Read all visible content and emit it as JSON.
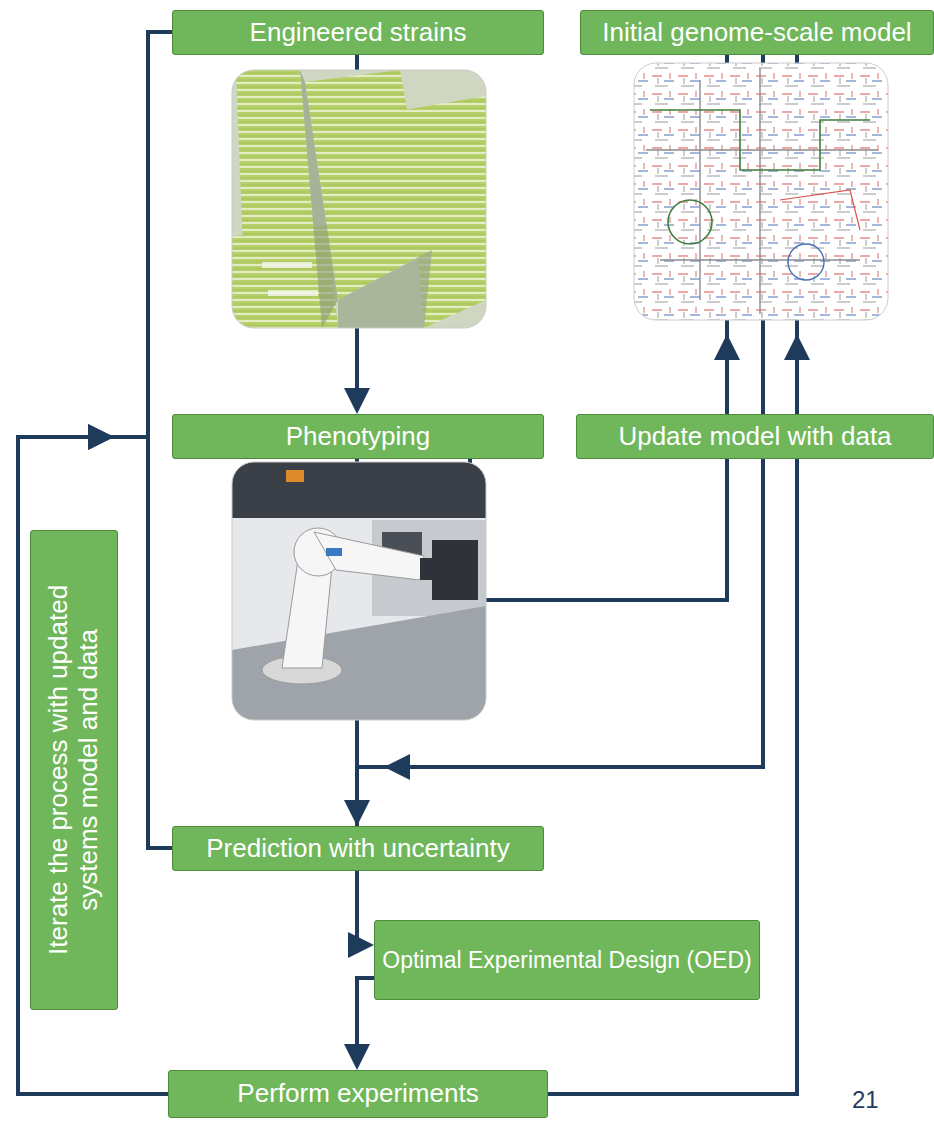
{
  "diagram": {
    "nodes": [
      {
        "text": [
          "Engineered strains"
        ]
      },
      {
        "text": [
          "Initial genome-scale model"
        ]
      },
      {
        "text": [
          "Phenotyping"
        ]
      },
      {
        "text": [
          "Update model with data"
        ]
      },
      {
        "text": [
          "Prediction with uncertainty"
        ]
      },
      {
        "text": [
          "Optimal Experimental Design (OED)"
        ]
      },
      {
        "text": [
          "Perform experiments"
        ]
      },
      {
        "text": [
          "Iterate the process with updated systems model and data"
        ]
      }
    ],
    "edges": [
      {
        "from": 0,
        "to": 2,
        "arrow": "to"
      },
      {
        "from": 2,
        "to": 1,
        "arrow": "to"
      },
      {
        "from": 1,
        "to": 4,
        "arrow": "to"
      },
      {
        "from": 2,
        "to": 4,
        "arrow": "to"
      },
      {
        "from": 4,
        "to": 5,
        "arrow": "to"
      },
      {
        "from": 5,
        "to": 6,
        "arrow": "to"
      },
      {
        "from": 6,
        "to": 1,
        "arrow": "to"
      },
      {
        "from": 6,
        "to": 0,
        "arrow": "to"
      },
      {
        "from": 6,
        "to": 4,
        "arrow": "to"
      }
    ],
    "labels": [
      "21"
    ]
  }
}
